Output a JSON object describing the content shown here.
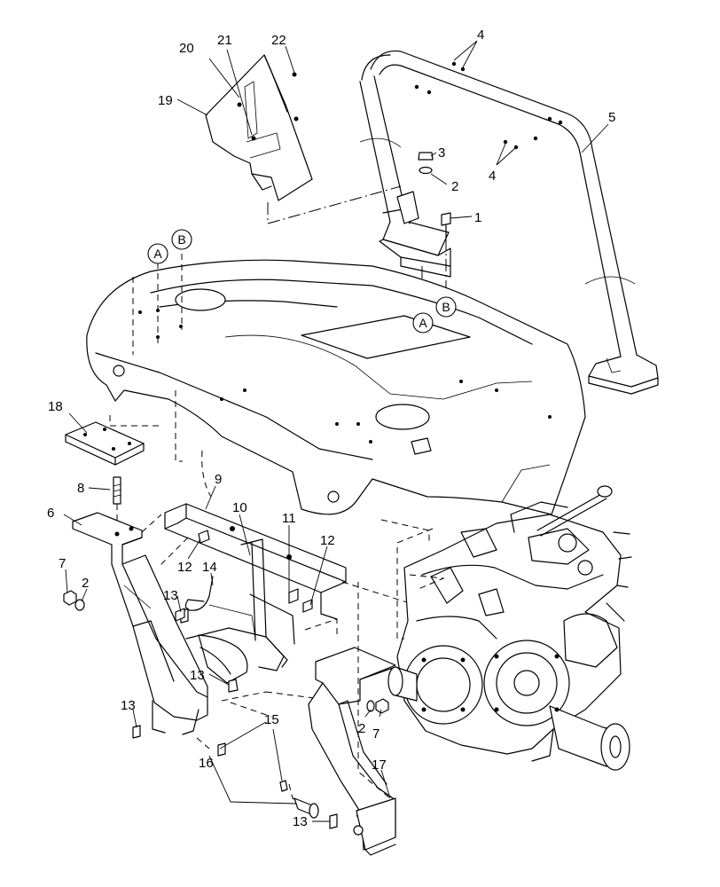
{
  "callouts": {
    "c1": "1",
    "c2a": "2",
    "c2b": "2",
    "c2c": "2",
    "c3": "3",
    "c4a": "4",
    "c4b": "4",
    "c5": "5",
    "c6": "6",
    "c7a": "7",
    "c7b": "7",
    "c8": "8",
    "c9": "9",
    "c10": "10",
    "c11": "11",
    "c12a": "12",
    "c12b": "12",
    "c13a": "13",
    "c13b": "13",
    "c13c": "13",
    "c13d": "13",
    "c14": "14",
    "c15": "15",
    "c16": "16",
    "c17": "17",
    "c18": "18",
    "c19": "19",
    "c20": "20",
    "c21": "21",
    "c22": "22"
  },
  "refs": {
    "a_fender": "A",
    "b_fender": "B",
    "a_rops": "A",
    "b_rops": "B"
  }
}
